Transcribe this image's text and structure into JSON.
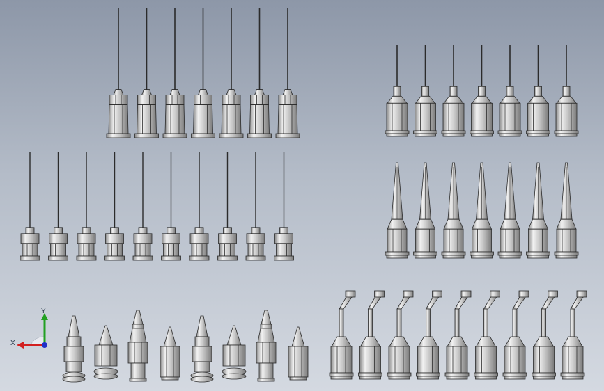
{
  "viewport": {
    "background_top": "#8d97a8",
    "background_bottom": "#d4d9e1"
  },
  "colors": {
    "metal_light": "#e9e9e9",
    "metal_mid": "#b9b9b9",
    "metal_dark": "#7d7d7d",
    "outline": "#2b2b2b",
    "axis_x": "#d22020",
    "axis_y": "#22a022",
    "axis_z": "#2030c8"
  },
  "groups": [
    {
      "name": "luer-needle-tall-row",
      "kind": "luer-needle",
      "count": 7
    },
    {
      "name": "luer-needle-short-row",
      "kind": "luer-needle-short",
      "count": 7
    },
    {
      "name": "straight-needle-row",
      "kind": "straight-needle",
      "count": 10
    },
    {
      "name": "tapered-tip-row",
      "kind": "tapered-tip",
      "count": 7
    },
    {
      "name": "dispensing-nozzle-row",
      "kind": "nozzle",
      "count": 8
    },
    {
      "name": "bent-needle-row",
      "kind": "bent-needle",
      "count": 9
    }
  ],
  "triad": {
    "x_label": "X",
    "y_label": "Y",
    "icon": "coordinate-triad-icon"
  }
}
